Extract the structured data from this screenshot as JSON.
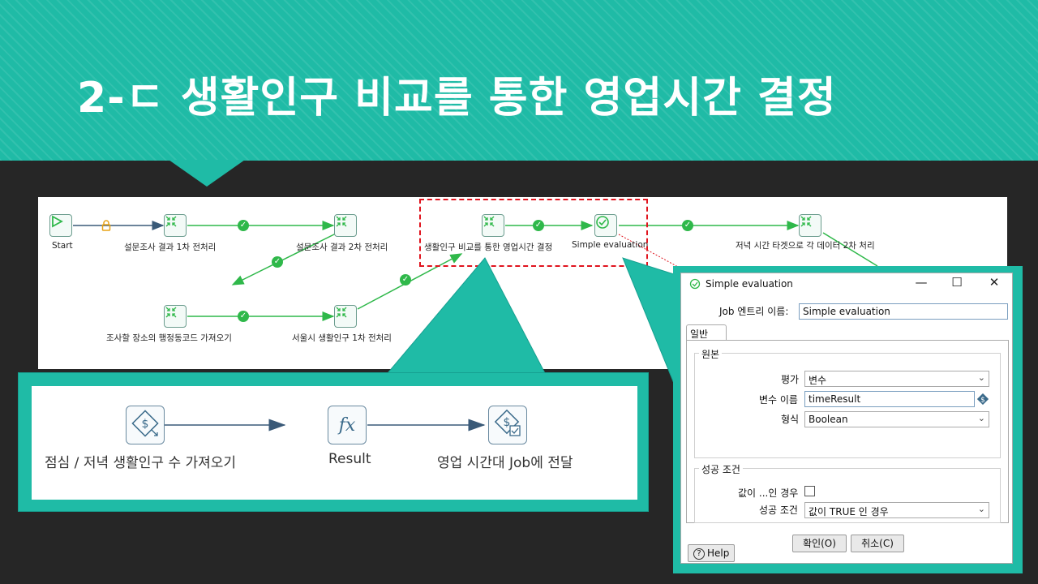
{
  "slide": {
    "title": "2-ㄷ 생활인구 비교를 통한 영업시간 결정"
  },
  "workflow": {
    "nodes": [
      {
        "id": "start",
        "label": "Start",
        "icon": "play-icon"
      },
      {
        "id": "s1",
        "label": "설문조사 결과 1차 전처리",
        "icon": "transform-icon"
      },
      {
        "id": "s2",
        "label": "설문조사 결과 2차 전처리",
        "icon": "transform-icon"
      },
      {
        "id": "s3",
        "label": "조사할 장소의 행정동코드 가져오기",
        "icon": "transform-icon"
      },
      {
        "id": "s4",
        "label": "서울시 생활인구 1차 전처리",
        "icon": "transform-icon"
      },
      {
        "id": "s5",
        "label": "생활인구 비교를 통한 영업시간 결정",
        "icon": "transform-icon"
      },
      {
        "id": "s6",
        "label": "Simple evaluation",
        "icon": "check-circle-icon"
      },
      {
        "id": "s7",
        "label": "저녁 시간 타겟으로 각 데이터 2차 처리",
        "icon": "transform-icon"
      }
    ]
  },
  "callout": {
    "steps": [
      {
        "label": "점심 / 저녁 생활인구 수 가져오기",
        "icon": "dollar-variable-icon"
      },
      {
        "label": "Result",
        "icon": "fx-icon"
      },
      {
        "label": "영업 시간대 Job에 전달",
        "icon": "dollar-result-icon"
      }
    ]
  },
  "dialog": {
    "title": "Simple evaluation",
    "entry_name_label": "Job 엔트리 이름:",
    "entry_name_value": "Simple evaluation",
    "tab_general": "일반",
    "source_group": "원본",
    "evaluate_label": "평가",
    "evaluate_value": "변수",
    "variable_name_label": "변수 이름",
    "variable_name_value": "timeResult",
    "type_label": "형식",
    "type_value": "Boolean",
    "success_group": "성공 조건",
    "if_value_label": "값이 ...인 경우",
    "success_condition_label": "성공 조건",
    "success_condition_value": "값이 TRUE 인 경우",
    "ok_button": "확인(O)",
    "cancel_button": "취소(C)",
    "help_button": "Help"
  },
  "colors": {
    "accent": "#1fbba6",
    "background": "#262626",
    "hop": "#2fb84a",
    "highlight": "#e0141e"
  }
}
